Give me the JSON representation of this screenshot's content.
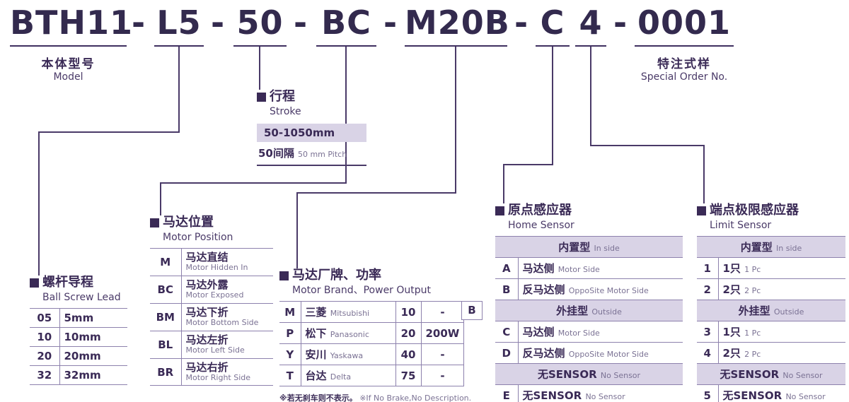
{
  "colors": {
    "accent": "#3a2a56",
    "line": "#4a3a68",
    "header_bg": "#d9d3e6"
  },
  "title": {
    "dash": "-",
    "parts": [
      "BTH11",
      "L5",
      "50",
      "BC",
      "M20B",
      "C",
      "4",
      "0001"
    ]
  },
  "model_label": {
    "zh": "本体型号",
    "en": "Model"
  },
  "special_order_label": {
    "zh": "特注式样",
    "en": "Special Order No."
  },
  "stroke": {
    "zh": "行程",
    "en": "Stroke",
    "range": "50-1050mm",
    "pitch_zh": "50间隔",
    "pitch_en": "50 mm Pitch"
  },
  "ball_screw_lead": {
    "zh": "螺杆导程",
    "en": "Ball Screw Lead",
    "rows": [
      {
        "code": "05",
        "value": "5mm"
      },
      {
        "code": "10",
        "value": "10mm"
      },
      {
        "code": "20",
        "value": "20mm"
      },
      {
        "code": "32",
        "value": "32mm"
      }
    ]
  },
  "motor_position": {
    "zh": "马达位置",
    "en": "Motor Position",
    "rows": [
      {
        "code": "M",
        "zh": "马达直结",
        "en": "Motor Hidden In"
      },
      {
        "code": "BC",
        "zh": "马达外露",
        "en": "Motor Exposed"
      },
      {
        "code": "BM",
        "zh": "马达下折",
        "en": "Motor Bottom Side"
      },
      {
        "code": "BL",
        "zh": "马达左折",
        "en": "Motor Left Side"
      },
      {
        "code": "BR",
        "zh": "马达右折",
        "en": "Motor Right Side"
      }
    ]
  },
  "motor_brand": {
    "zh": "马达厂牌、功率",
    "en": "Motor Brand、Power Output",
    "rows": [
      {
        "code": "M",
        "brand_zh": "三菱",
        "brand_en": "Mitsubishi",
        "power_code": "10",
        "power": "-"
      },
      {
        "code": "P",
        "brand_zh": "松下",
        "brand_en": "Panasonic",
        "power_code": "20",
        "power": "200W"
      },
      {
        "code": "Y",
        "brand_zh": "安川",
        "brand_en": "Yaskawa",
        "power_code": "40",
        "power": "-"
      },
      {
        "code": "T",
        "brand_zh": "台达",
        "brand_en": "Delta",
        "power_code": "75",
        "power": "-"
      }
    ],
    "brake_code": "B",
    "note_zh": "※若无刹车则不表示。",
    "note_en": "※If No Brake,No Description."
  },
  "home_sensor": {
    "zh": "原点感应器",
    "en": "Home Sensor",
    "inside_zh": "内置型",
    "inside_en": "In side",
    "outside_zh": "外挂型",
    "outside_en": "Outside",
    "none_zh": "无SENSOR",
    "none_en": "No Sensor",
    "rows_inside": [
      {
        "code": "A",
        "zh": "马达侧",
        "en": "Motor Side"
      },
      {
        "code": "B",
        "zh": "反马达侧",
        "en": "OppoSite Motor Side"
      }
    ],
    "rows_outside": [
      {
        "code": "C",
        "zh": "马达侧",
        "en": "Motor Side"
      },
      {
        "code": "D",
        "zh": "反马达侧",
        "en": "OppoSite Motor Side"
      }
    ],
    "rows_none": [
      {
        "code": "E",
        "zh": "无SENSOR",
        "en": "No Sensor"
      }
    ]
  },
  "limit_sensor": {
    "zh": "端点极限感应器",
    "en": "Limit Sensor",
    "inside_zh": "内置型",
    "inside_en": "In side",
    "outside_zh": "外挂型",
    "outside_en": "Outside",
    "none_zh": "无SENSOR",
    "none_en": "No Sensor",
    "rows_inside": [
      {
        "code": "1",
        "zh": "1只",
        "en": "1 Pc"
      },
      {
        "code": "2",
        "zh": "2只",
        "en": "2 Pc"
      }
    ],
    "rows_outside": [
      {
        "code": "3",
        "zh": "1只",
        "en": "1 Pc"
      },
      {
        "code": "4",
        "zh": "2只",
        "en": "2 Pc"
      }
    ],
    "rows_none": [
      {
        "code": "5",
        "zh": "无SENSOR",
        "en": "No Sensor"
      }
    ]
  }
}
